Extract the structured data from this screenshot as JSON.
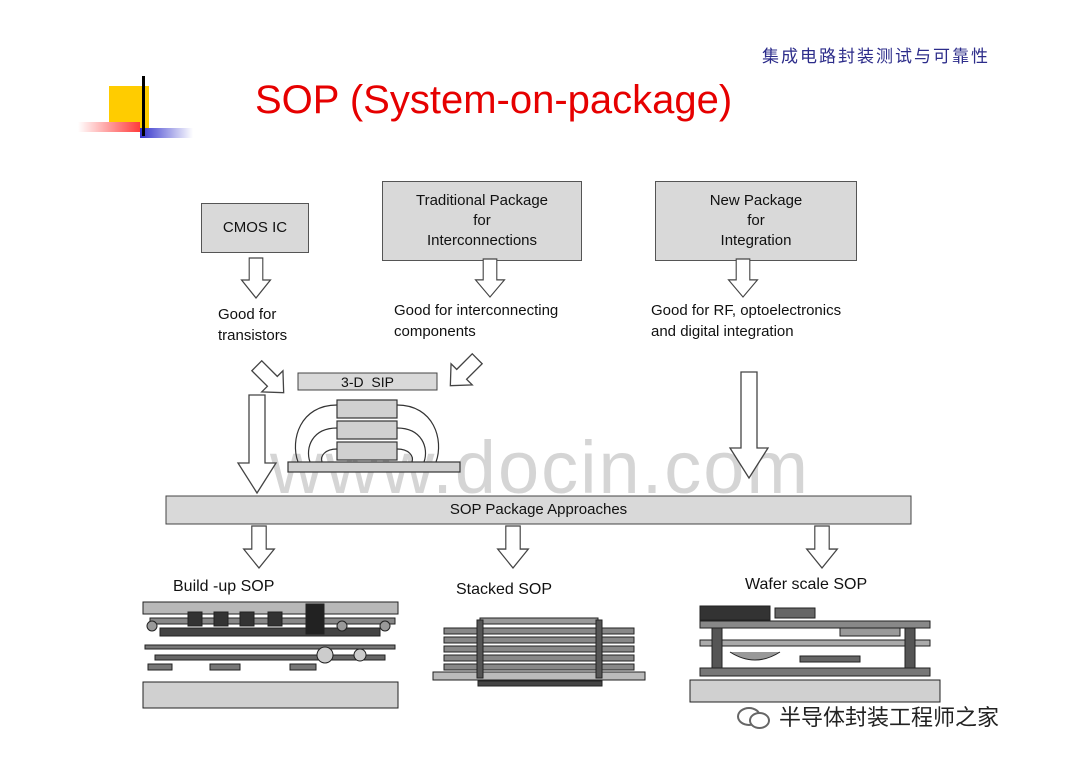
{
  "header": {
    "org_text": "集成电路封装测试与可靠性"
  },
  "title": "SOP (System-on-package)",
  "diagram": {
    "boxes": {
      "cmos": "CMOS IC",
      "traditional": [
        "Traditional Package",
        "for",
        "Interconnections"
      ],
      "new": [
        "New Package",
        "for",
        "Integration"
      ]
    },
    "labels": {
      "good_transistors": [
        "Good for",
        "transistors"
      ],
      "good_interconnect": [
        "Good for interconnecting",
        "components"
      ],
      "good_rf": [
        "Good for RF, optoelectronics",
        "and digital integration"
      ]
    },
    "sip_label": "3-D  SIP",
    "approaches_label": "SOP Package Approaches",
    "subtypes": {
      "buildup": "Build -up SOP",
      "stacked": "Stacked SOP",
      "wafer": "Wafer scale SOP"
    }
  },
  "watermark": "www.docin.com",
  "footer": {
    "wechat_text": "半导体封装工程师之家"
  },
  "colors": {
    "title": "#e60000",
    "box_fill": "#d9d9d9",
    "accent_yellow": "#ffcc00",
    "accent_blue": "#3333cc"
  }
}
